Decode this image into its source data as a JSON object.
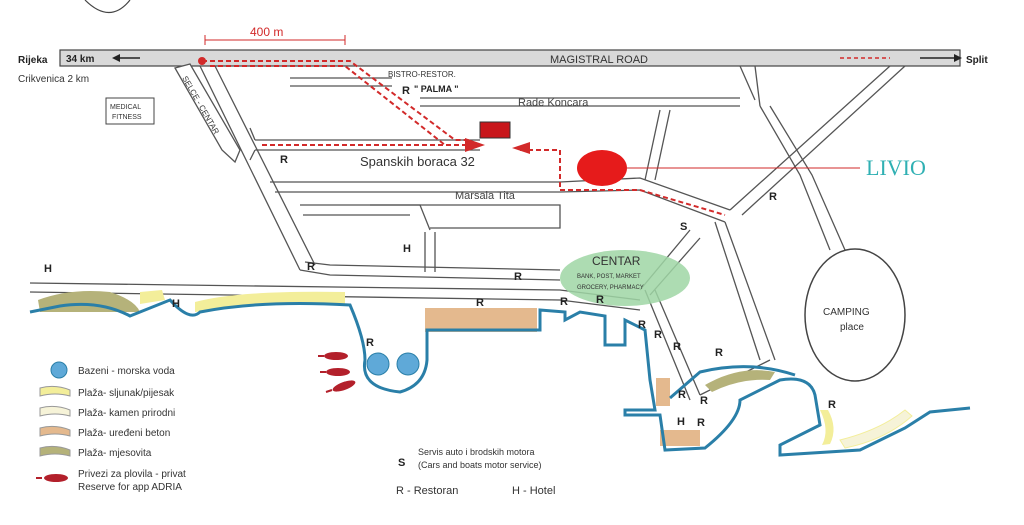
{
  "distance_label": "400 m",
  "magistral": {
    "left_city": "Rijeka",
    "left_km": "34 km",
    "sub_left": "Crikvenica  2 km",
    "road_name": "MAGISTRAL ROAD",
    "right_city": "Split"
  },
  "medical": "MEDICAL\nFITNESS",
  "medical_line1": "MEDICAL",
  "medical_line2": "FITNESS",
  "selce_centar": "SELCE - CENTAR",
  "bistro_line1": "BISTRO-RESTOR.",
  "bistro_line2": "\" PALMA \"",
  "bistro_r": "R",
  "streets": {
    "rade": "Rade Koncara",
    "spanskih": "Spanskih boraca 32",
    "marsala": "Marsala Tita"
  },
  "livio_label": "LIVIO",
  "centar": {
    "title": "CENTAR",
    "line1": "BANK, POST, MARKET",
    "line2": "GROCERY, PHARMACY"
  },
  "camping": {
    "line1": "CAMPING",
    "line2": "place"
  },
  "markers": {
    "R": "R",
    "H": "H",
    "S": "S"
  },
  "legend": {
    "items": [
      {
        "label": "Bazeni - morska voda",
        "type": "pool"
      },
      {
        "label": "Plaža- sljunak/pijesak",
        "type": "sand",
        "color": "#f3ee9a"
      },
      {
        "label": "Plaža- kamen prirodni",
        "type": "stone",
        "color": "#f6f3d8"
      },
      {
        "label": "Plaža- uređeni beton",
        "type": "concrete",
        "color": "#e4b98e"
      },
      {
        "label": "Plaža- mjesovita",
        "type": "mixed",
        "color": "#b5b27a"
      },
      {
        "label": "Privezi za plovila - privat",
        "type": "boat"
      },
      {
        "label": "Reserve for app ADRIA",
        "type": "text"
      }
    ],
    "service_letter": "S",
    "service_line1": "Servis auto i brodskih motora",
    "service_line2": "(Cars and boats motor service)",
    "r_key": "R - Restoran",
    "h_key": "H - Hotel"
  },
  "colors": {
    "route": "#d22a2a",
    "livio": "#e61b1b",
    "coast": "#2a7fa8",
    "centar": "#9fd6a5",
    "road_bar": "#d9d9d9"
  }
}
